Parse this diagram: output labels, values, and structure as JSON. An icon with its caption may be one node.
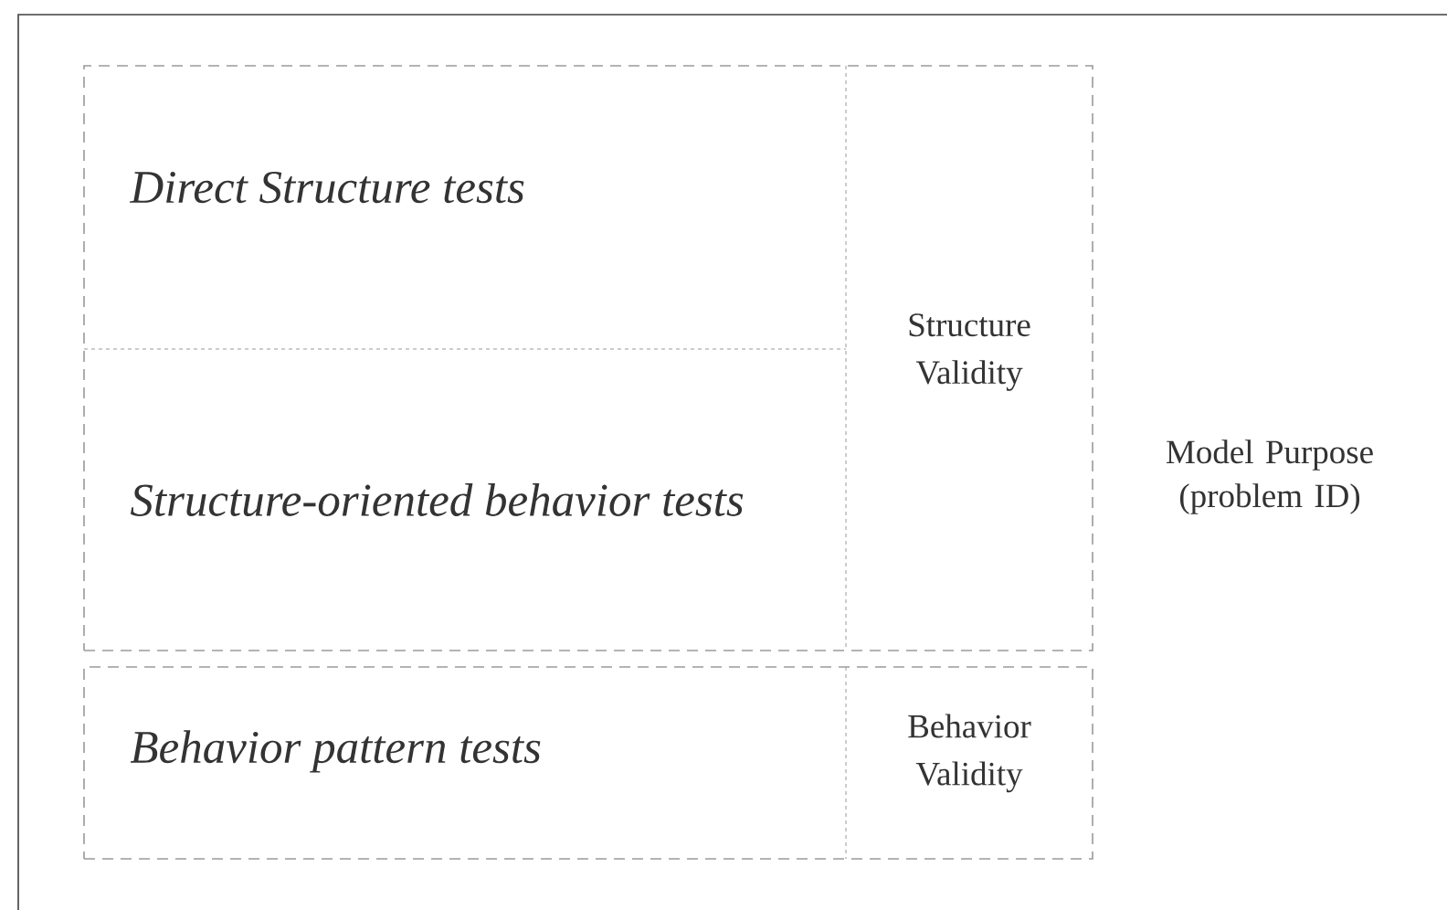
{
  "diagram": {
    "nodes": [
      {
        "text": [],
        "shape": "box"
      },
      {
        "text": [
          "Direct Structure tests"
        ],
        "in": 0
      },
      {
        "text": [
          "Structure-oriented behavior tests"
        ],
        "in": 0
      },
      {
        "text": [
          "Structure Validity"
        ],
        "in": 0
      },
      {
        "text": [],
        "shape": "box"
      },
      {
        "text": [
          "Behavior pattern tests"
        ],
        "in": 4
      },
      {
        "text": [
          "Behavior Validity"
        ],
        "in": 4
      }
    ],
    "labels": [
      "Model Purpose (problem ID)"
    ]
  }
}
